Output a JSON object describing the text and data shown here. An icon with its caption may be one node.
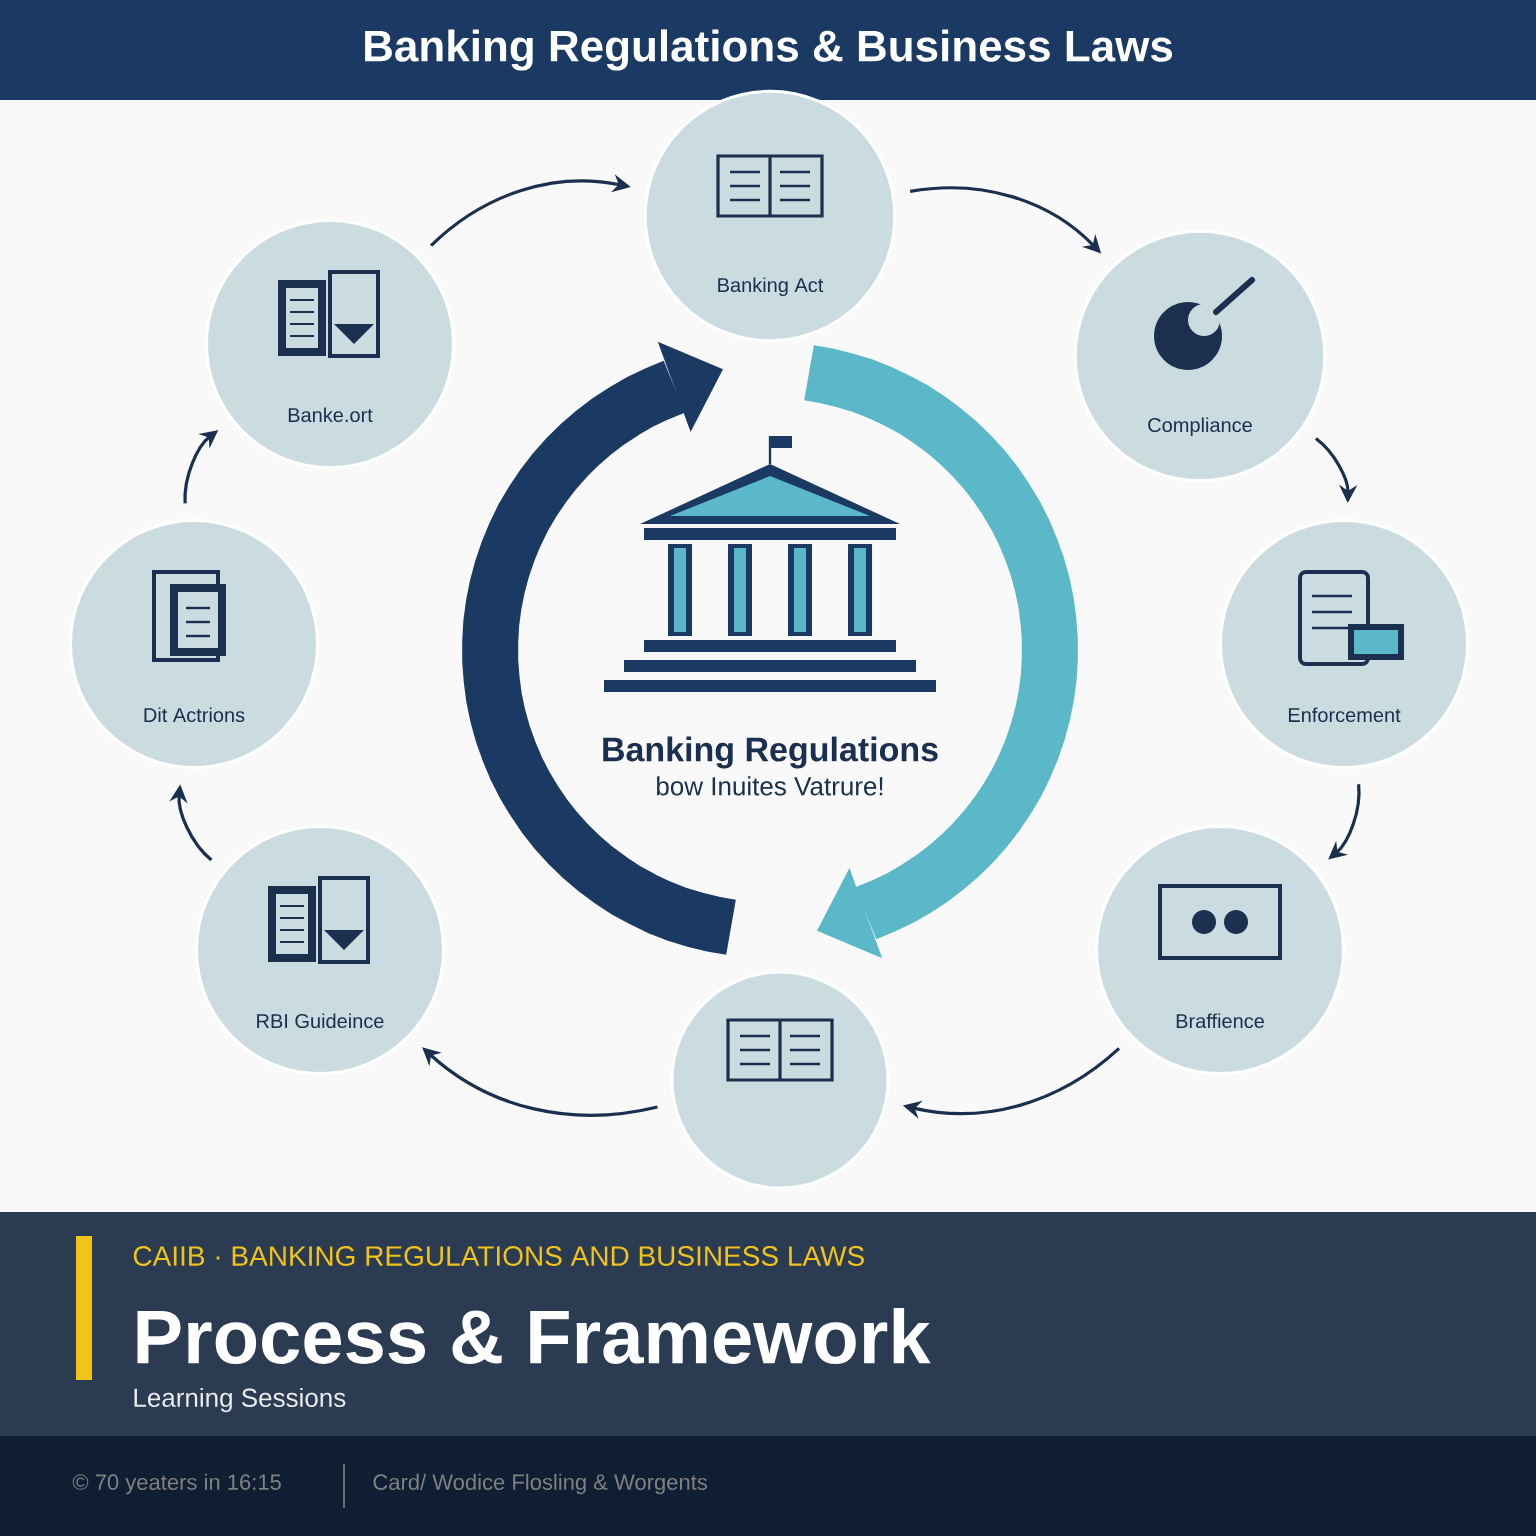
{
  "diagram": {
    "title": "Banking Regulations & Business Laws",
    "nodes": [
      {
        "text": [
          "Banking Regulations",
          "bow Inuites Vatrure!"
        ]
      },
      {
        "text": [
          "Banking Act"
        ]
      },
      {
        "text": [
          "Compliance"
        ]
      },
      {
        "text": [
          "Enforcement"
        ]
      },
      {
        "text": [
          "Braffience"
        ]
      },
      {
        "text": [],
        "shape": "circle"
      },
      {
        "text": [
          "RBI Guideince"
        ]
      },
      {
        "text": [
          "Dit Actrions"
        ]
      },
      {
        "text": [
          "Banke.ort"
        ]
      }
    ],
    "edges": [
      {
        "from": 8,
        "to": 1,
        "arrow": "to"
      },
      {
        "from": 1,
        "to": 2,
        "arrow": "to"
      },
      {
        "from": 2,
        "to": 3,
        "arrow": "to"
      },
      {
        "from": 3,
        "to": 4,
        "arrow": "to"
      },
      {
        "from": 4,
        "to": 5,
        "arrow": "to"
      },
      {
        "from": 5,
        "to": 6,
        "arrow": "to"
      },
      {
        "from": 6,
        "to": 7,
        "arrow": "to"
      },
      {
        "from": 7,
        "to": 8,
        "arrow": "to"
      }
    ],
    "labels": [
      "CAIIB · BANKING REGULATIONS AND BUSINESS LAWS",
      "Process & Framework",
      "Learning Sessions",
      "© 70 yeaters in 16:15",
      "Card/ Wodice Flosling & Worgents"
    ]
  }
}
